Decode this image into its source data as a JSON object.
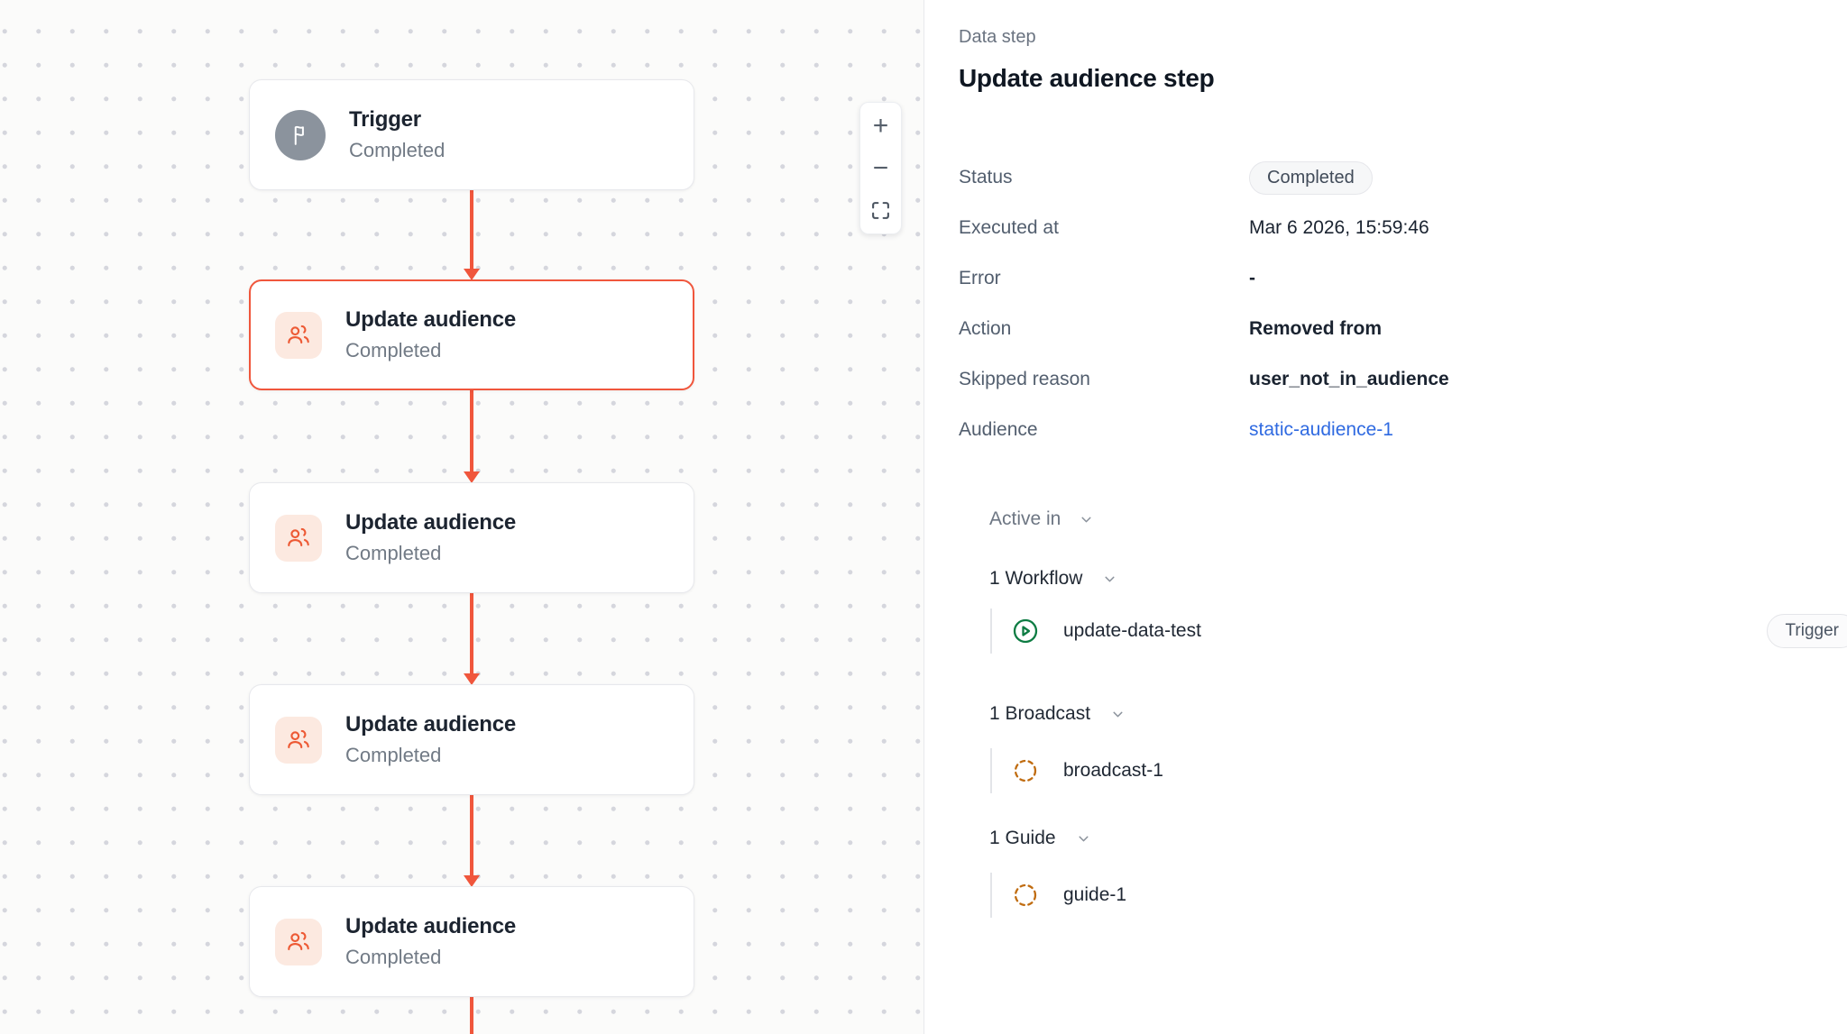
{
  "canvas": {
    "nodes": [
      {
        "title": "Trigger",
        "subtitle": "Completed"
      },
      {
        "title": "Update audience",
        "subtitle": "Completed"
      },
      {
        "title": "Update audience",
        "subtitle": "Completed"
      },
      {
        "title": "Update audience",
        "subtitle": "Completed"
      },
      {
        "title": "Update audience",
        "subtitle": "Completed"
      }
    ],
    "zoom_controls": {
      "zoom_in": "+",
      "zoom_out": "−"
    }
  },
  "panel": {
    "eyebrow": "Data step",
    "title": "Update audience step",
    "details": [
      {
        "label": "Status",
        "value": "Completed"
      },
      {
        "label": "Executed at",
        "value": "Mar 6 2026, 15:59:46"
      },
      {
        "label": "Error",
        "value": "-"
      },
      {
        "label": "Action",
        "value": "Removed from"
      },
      {
        "label": "Skipped reason",
        "value": "user_not_in_audience"
      },
      {
        "label": "Audience",
        "value": "static-audience-1"
      }
    ],
    "active_in": {
      "label": "Active in",
      "sections": [
        {
          "header": "1 Workflow",
          "item": "update-data-test",
          "item_badge": "Trigger"
        },
        {
          "header": "1 Broadcast",
          "item": "broadcast-1"
        },
        {
          "header": "1 Guide",
          "item": "guide-1"
        }
      ]
    }
  },
  "colors": {
    "accent": "#f0563c",
    "link": "#2f6ae1",
    "workflow_green": "#0e7c43",
    "dashed_amber": "#c06c10"
  }
}
